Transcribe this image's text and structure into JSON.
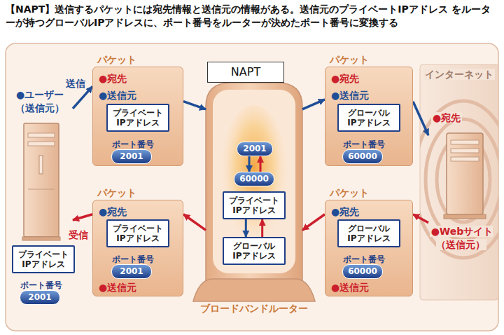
{
  "diagram": {
    "title": "【NAPT】送信するパケットには宛先情報と送信元の情報がある。送信元のプライベートIPアドレス をルーターが持つグローバルIPアドレスに、ポート番号をルーターが決めたポート番号に変換する",
    "nodes": [
      {
        "text": [
          "●ユーザー （送信元）"
        ]
      },
      {
        "text": [
          "プライベート IPアドレス"
        ],
        "in": 0
      },
      {
        "text": [
          "ポート番号",
          "2001"
        ],
        "in": 0
      },
      {
        "text": [
          "パケット",
          "●宛先",
          "●送信元"
        ]
      },
      {
        "text": [
          "プライベート IPアドレス"
        ],
        "in": 3
      },
      {
        "text": [
          "ポート番号",
          "2001"
        ],
        "in": 3
      },
      {
        "text": [
          "ブロードバンドルーター"
        ]
      },
      {
        "text": [
          "NAPT"
        ],
        "in": 6
      },
      {
        "text": [
          "2001"
        ],
        "in": 6
      },
      {
        "text": [
          "60000"
        ],
        "in": 6
      },
      {
        "text": [
          "プライベート IPアドレス"
        ],
        "in": 6
      },
      {
        "text": [
          "グローバル IPアドレス"
        ],
        "in": 6
      },
      {
        "text": [
          "パケット",
          "●宛先",
          "●送信元"
        ]
      },
      {
        "text": [
          "グローバル IPアドレス"
        ],
        "in": 12
      },
      {
        "text": [
          "ポート番号",
          "60000"
        ],
        "in": 12
      },
      {
        "text": [
          "インターネット"
        ]
      },
      {
        "text": [
          "●宛先",
          "●Webサイト （送信元）"
        ],
        "in": 15
      },
      {
        "text": [
          "パケット",
          "●宛先",
          "●送信元"
        ]
      },
      {
        "text": [
          "プライベート IPアドレス"
        ],
        "in": 17
      },
      {
        "text": [
          "ポート番号",
          "2001"
        ],
        "in": 17
      },
      {
        "text": [
          "パケット",
          "●宛先",
          "●送信元"
        ]
      },
      {
        "text": [
          "グローバル IPアドレス"
        ],
        "in": 20
      },
      {
        "text": [
          "ポート番号",
          "60000"
        ],
        "in": 20
      }
    ],
    "edges": [
      {
        "from": 0,
        "to": 3,
        "label": "送信",
        "arrow": "to"
      },
      {
        "from": 3,
        "to": 6,
        "arrow": "to"
      },
      {
        "from": 6,
        "to": 12,
        "arrow": "to"
      },
      {
        "from": 12,
        "to": 16,
        "arrow": "to"
      },
      {
        "from": 16,
        "to": 20,
        "arrow": "to"
      },
      {
        "from": 20,
        "to": 6,
        "arrow": "to"
      },
      {
        "from": 6,
        "to": 17,
        "arrow": "to"
      },
      {
        "from": 17,
        "to": 0,
        "label": "受信",
        "arrow": "to"
      },
      {
        "from": 8,
        "to": 9,
        "arrow": "to"
      },
      {
        "from": 9,
        "to": 8,
        "arrow": "to"
      },
      {
        "from": 10,
        "to": 11,
        "arrow": "to"
      },
      {
        "from": 11,
        "to": 10,
        "arrow": "to"
      }
    ]
  }
}
